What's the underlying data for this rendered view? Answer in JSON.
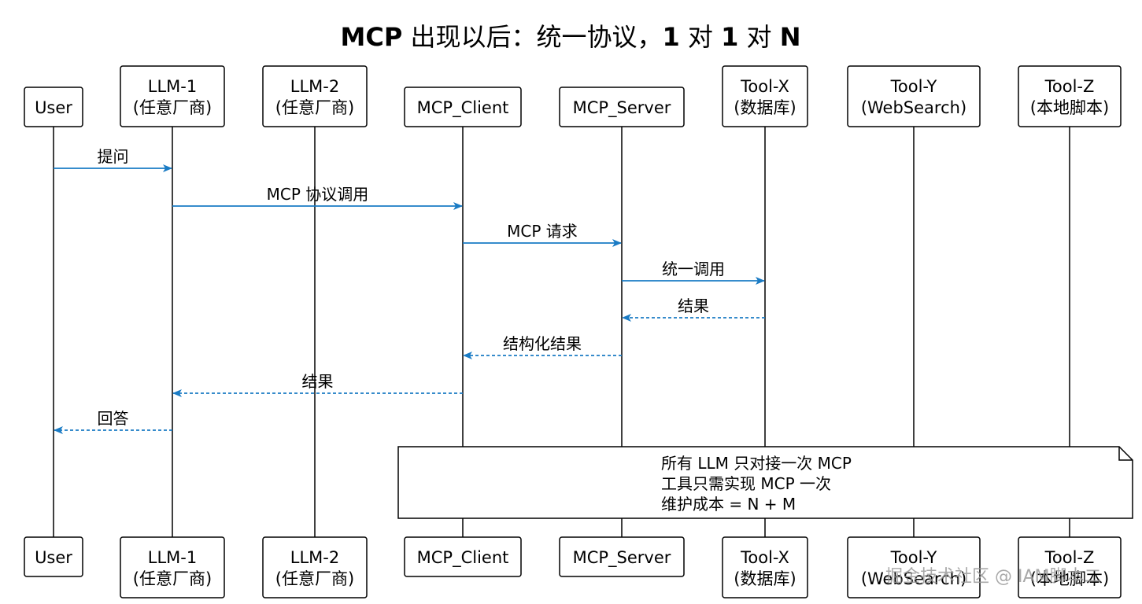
{
  "title": {
    "bold_parts": [
      "MCP",
      "1",
      "1",
      "N"
    ],
    "full": "MCP 出现以后：统一协议，1 对 1 对 N",
    "segments": [
      {
        "text": "MCP",
        "bold": true
      },
      {
        "text": " 出现以后：统一协议，",
        "bold": false
      },
      {
        "text": "1",
        "bold": true
      },
      {
        "text": " 对 ",
        "bold": false
      },
      {
        "text": "1",
        "bold": true
      },
      {
        "text": " 对 ",
        "bold": false
      },
      {
        "text": "N",
        "bold": true
      }
    ]
  },
  "participants": [
    {
      "id": "user",
      "lines": [
        "User"
      ]
    },
    {
      "id": "llm1",
      "lines": [
        "LLM-1",
        "(任意厂商)"
      ]
    },
    {
      "id": "llm2",
      "lines": [
        "LLM-2",
        "(任意厂商)"
      ]
    },
    {
      "id": "client",
      "lines": [
        "MCP_Client"
      ]
    },
    {
      "id": "server",
      "lines": [
        "MCP_Server"
      ]
    },
    {
      "id": "toolx",
      "lines": [
        "Tool-X",
        "(数据库)"
      ]
    },
    {
      "id": "tooly",
      "lines": [
        "Tool-Y",
        "(WebSearch)"
      ]
    },
    {
      "id": "toolz",
      "lines": [
        "Tool-Z",
        "(本地脚本)"
      ]
    }
  ],
  "messages": [
    {
      "from": "user",
      "to": "llm1",
      "label": "提问",
      "style": "solid"
    },
    {
      "from": "llm1",
      "to": "client",
      "label": "MCP 协议调用",
      "style": "solid"
    },
    {
      "from": "client",
      "to": "server",
      "label": "MCP 请求",
      "style": "solid"
    },
    {
      "from": "server",
      "to": "toolx",
      "label": "统一调用",
      "style": "solid"
    },
    {
      "from": "toolx",
      "to": "server",
      "label": "结果",
      "style": "dashed"
    },
    {
      "from": "server",
      "to": "client",
      "label": "结构化结果",
      "style": "dashed"
    },
    {
      "from": "client",
      "to": "llm1",
      "label": "结果",
      "style": "dashed"
    },
    {
      "from": "llm1",
      "to": "user",
      "label": "回答",
      "style": "dashed"
    }
  ],
  "note": {
    "lines": [
      "所有 LLM 只对接一次 MCP",
      "工具只需实现 MCP 一次",
      "维护成本 = N + M"
    ]
  },
  "watermark": "掘金技术社区 @ IAM脚本二",
  "colors": {
    "arrow": "#1a7bc4",
    "line": "#000000",
    "box_fill": "#ffffff"
  }
}
